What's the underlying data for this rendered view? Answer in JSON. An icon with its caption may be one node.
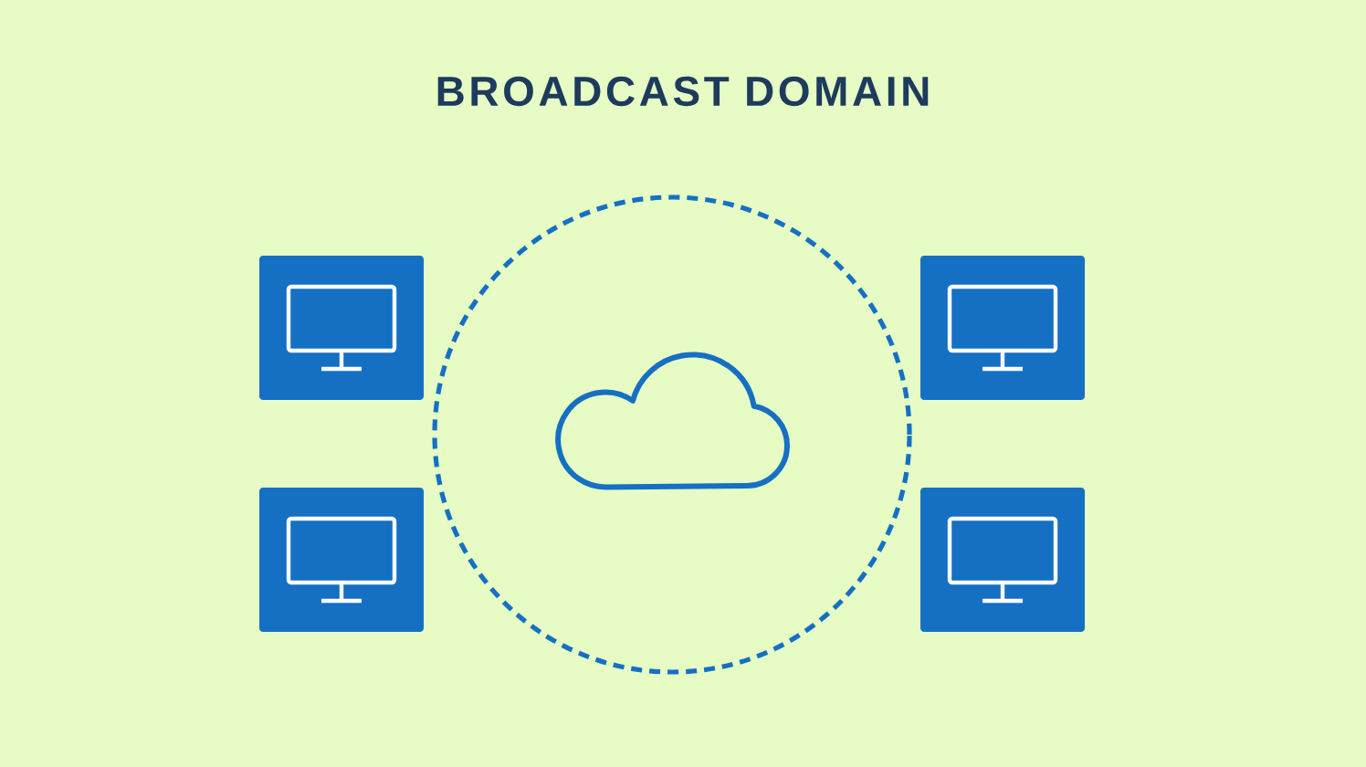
{
  "diagram": {
    "title": "BROADCAST DOMAIN",
    "nodes": [
      {
        "text": [],
        "shape": "picture"
      },
      {
        "text": [],
        "shape": "picture"
      },
      {
        "text": [],
        "shape": "circle"
      },
      {
        "text": [],
        "shape": "cloud",
        "in": 2
      },
      {
        "text": [],
        "shape": "picture"
      },
      {
        "text": [],
        "shape": "picture"
      }
    ]
  }
}
